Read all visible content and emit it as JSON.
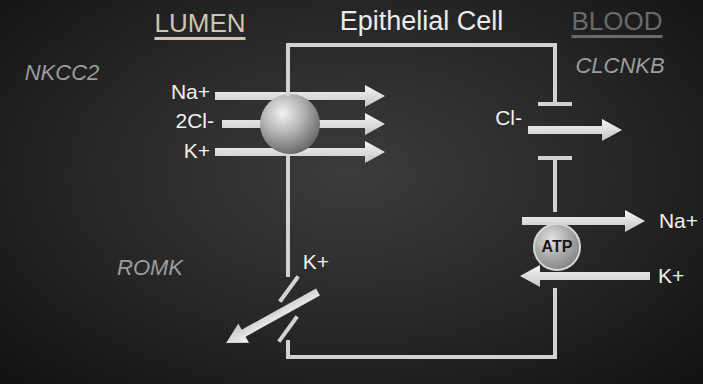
{
  "diagram": {
    "nodes": [
      {
        "text": [
          "Epithelial Cell"
        ]
      },
      {
        "text": [
          "ATP"
        ],
        "in": 0
      }
    ],
    "labels": [
      "LUMEN",
      "BLOOD",
      "NKCC2",
      "Na+",
      "2Cl-",
      "K+",
      "CLCNKB",
      "Cl-",
      "Na+",
      "K+",
      "K+",
      "ROMK"
    ]
  }
}
